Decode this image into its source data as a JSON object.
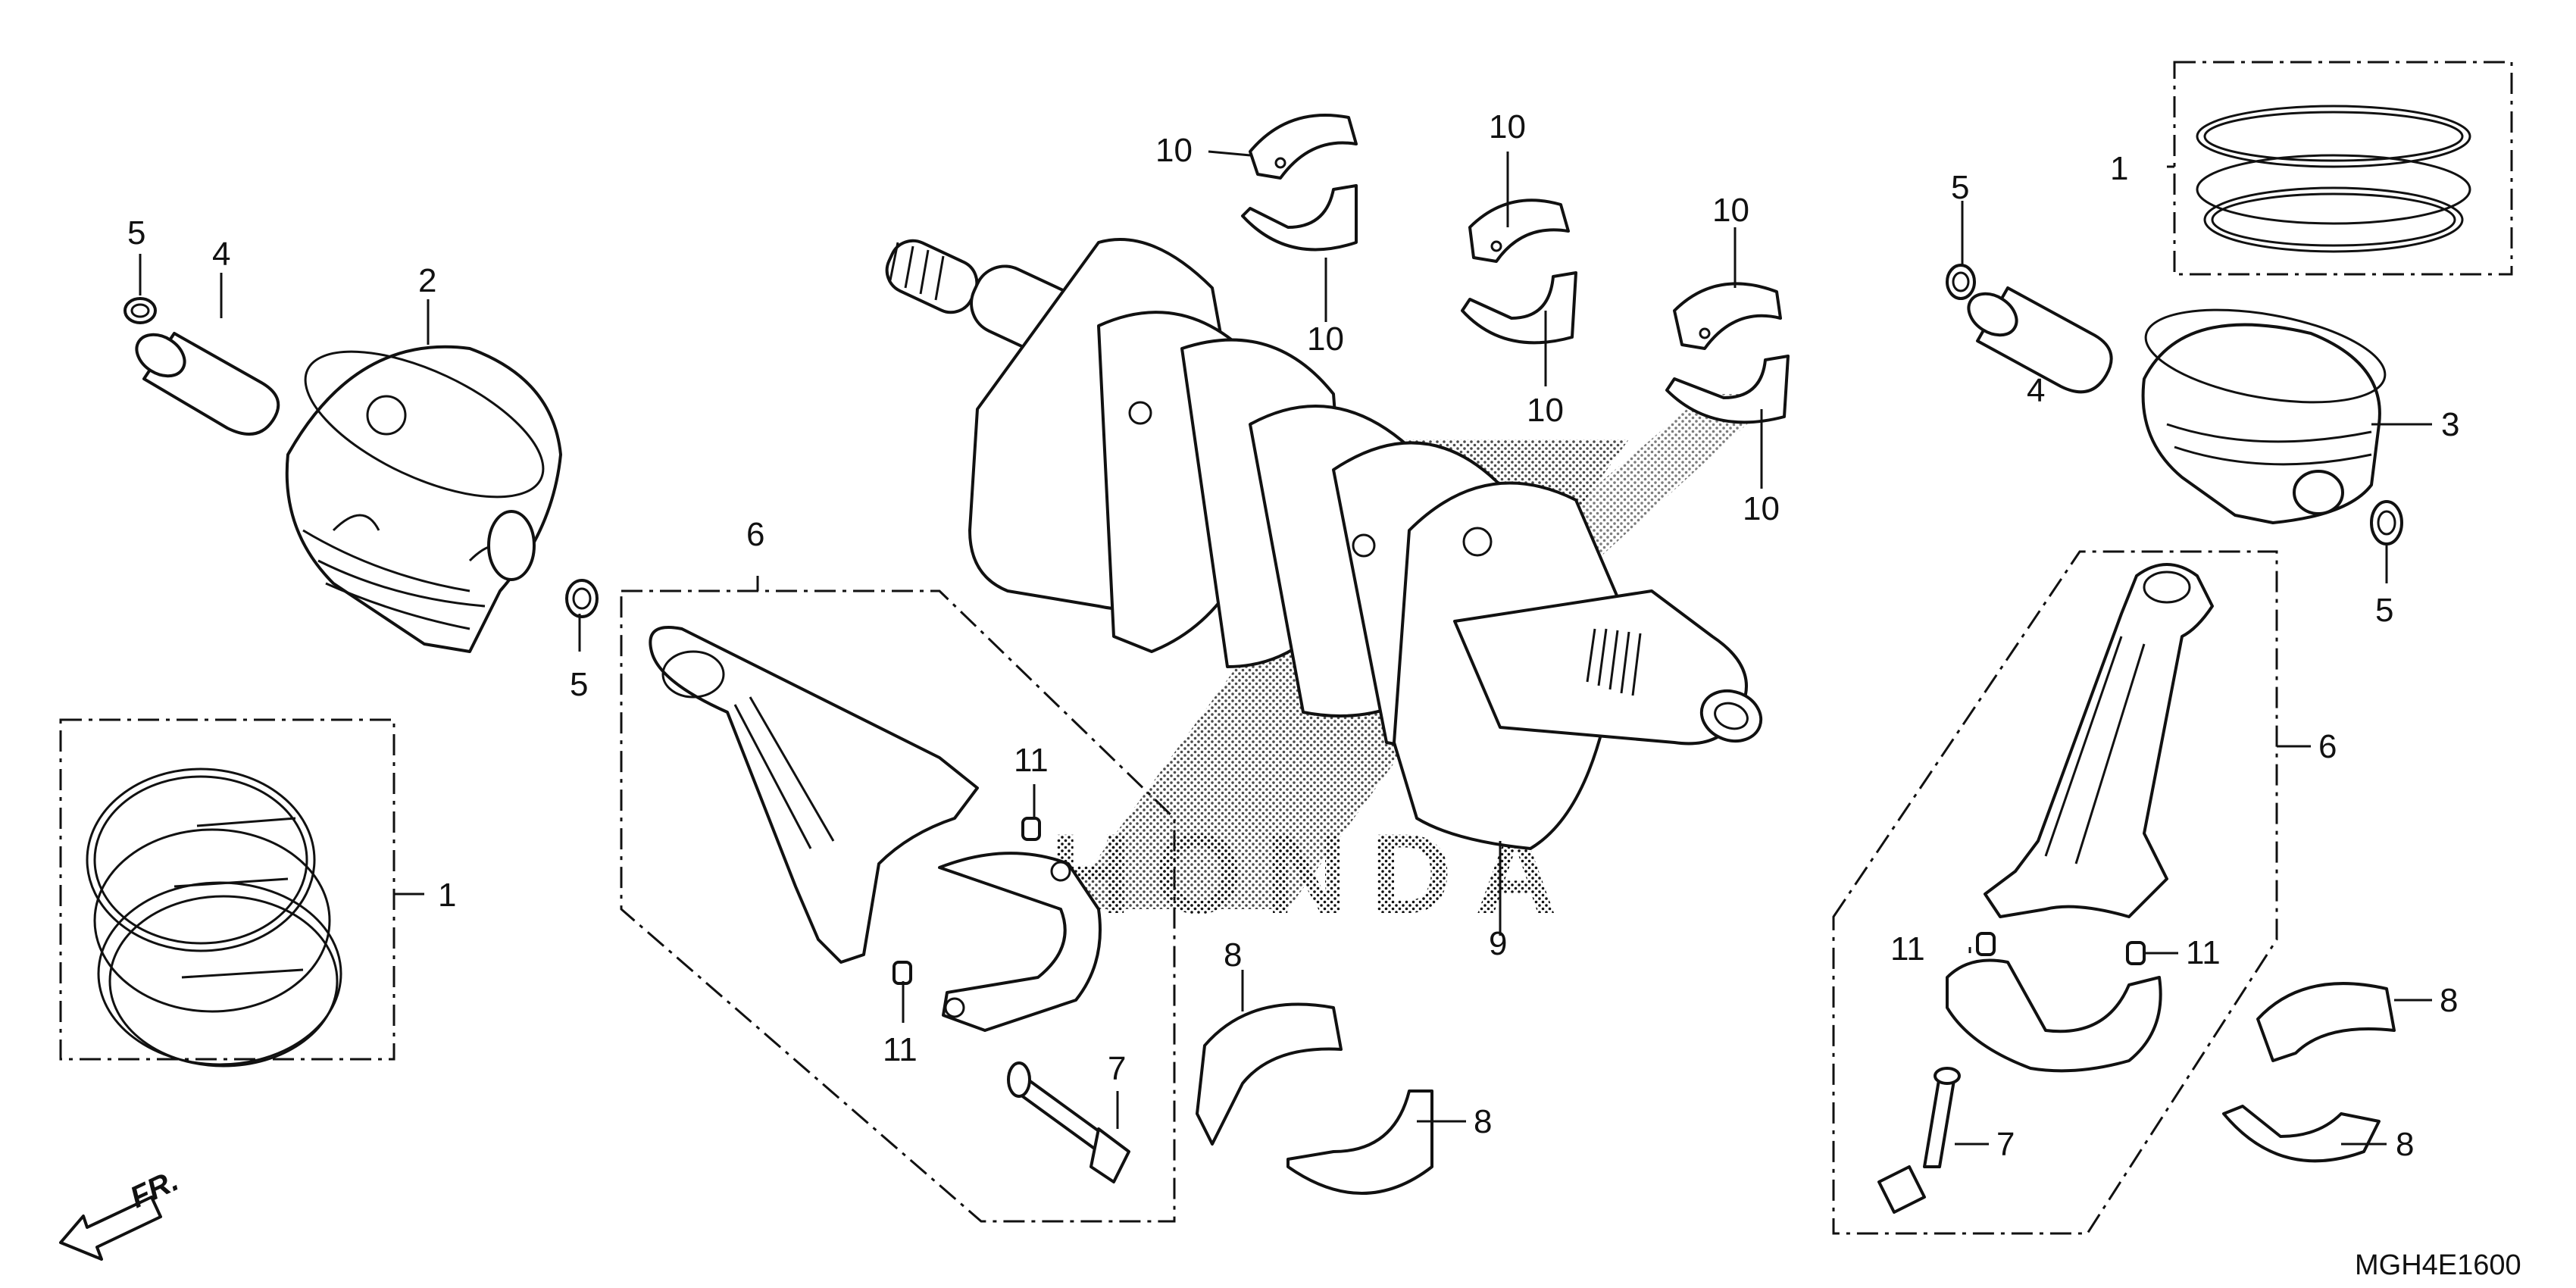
{
  "diagram": {
    "callouts": [
      {
        "id": "c-1-left",
        "text": "1"
      },
      {
        "id": "c-1-right",
        "text": "1"
      },
      {
        "id": "c-2",
        "text": "2"
      },
      {
        "id": "c-3",
        "text": "3"
      },
      {
        "id": "c-4-left",
        "text": "4"
      },
      {
        "id": "c-4-right",
        "text": "4"
      },
      {
        "id": "c-5-left-top",
        "text": "5"
      },
      {
        "id": "c-5-left-bottom",
        "text": "5"
      },
      {
        "id": "c-5-right-top",
        "text": "5"
      },
      {
        "id": "c-5-right-bottom",
        "text": "5"
      },
      {
        "id": "c-6-left",
        "text": "6"
      },
      {
        "id": "c-6-right",
        "text": "6"
      },
      {
        "id": "c-7-left",
        "text": "7"
      },
      {
        "id": "c-7-right",
        "text": "7"
      },
      {
        "id": "c-8-a",
        "text": "8"
      },
      {
        "id": "c-8-b",
        "text": "8"
      },
      {
        "id": "c-8-c",
        "text": "8"
      },
      {
        "id": "c-8-d",
        "text": "8"
      },
      {
        "id": "c-9",
        "text": "9"
      },
      {
        "id": "c-10-a",
        "text": "10"
      },
      {
        "id": "c-10-b",
        "text": "10"
      },
      {
        "id": "c-10-c",
        "text": "10"
      },
      {
        "id": "c-10-d",
        "text": "10"
      },
      {
        "id": "c-10-e",
        "text": "10"
      },
      {
        "id": "c-10-f",
        "text": "10"
      },
      {
        "id": "c-11-a",
        "text": "11"
      },
      {
        "id": "c-11-b",
        "text": "11"
      },
      {
        "id": "c-11-c",
        "text": "11"
      },
      {
        "id": "c-11-d",
        "text": "11"
      }
    ],
    "watermark": "HONDA",
    "direction_label": "FR.",
    "diagram_code": "MGH4E1600"
  }
}
